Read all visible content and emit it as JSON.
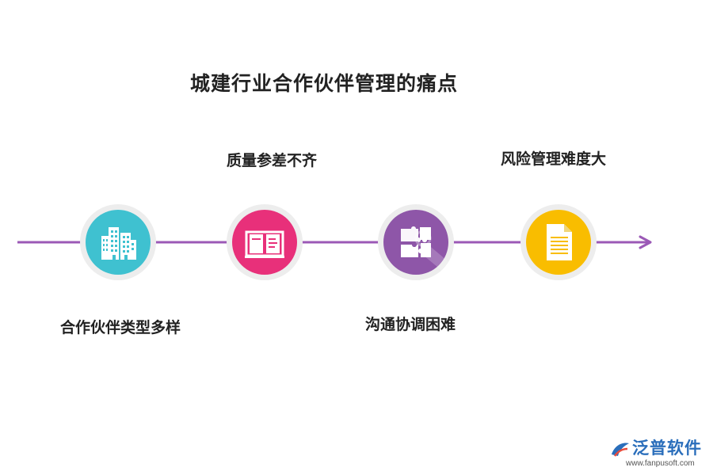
{
  "title": "城建行业合作伙伴管理的痛点",
  "colors": {
    "line": "#9b59b6",
    "node_1": "#3fc1d0",
    "node_2": "#e8307a",
    "node_3": "#8e56a8",
    "node_4": "#f9bd00",
    "node_ring": "#ededed",
    "logo": "#2a6ebb"
  },
  "items": [
    {
      "label": "合作伙伴类型多样",
      "icon": "buildings-icon",
      "position": "below"
    },
    {
      "label": "质量参差不齐",
      "icon": "open-book-icon",
      "position": "above"
    },
    {
      "label": "沟通协调困难",
      "icon": "puzzle-icon",
      "position": "below"
    },
    {
      "label": "风险管理难度大",
      "icon": "document-icon",
      "position": "above"
    }
  ],
  "logo": {
    "name": "泛普软件",
    "url": "www.fanpusoft.com"
  }
}
